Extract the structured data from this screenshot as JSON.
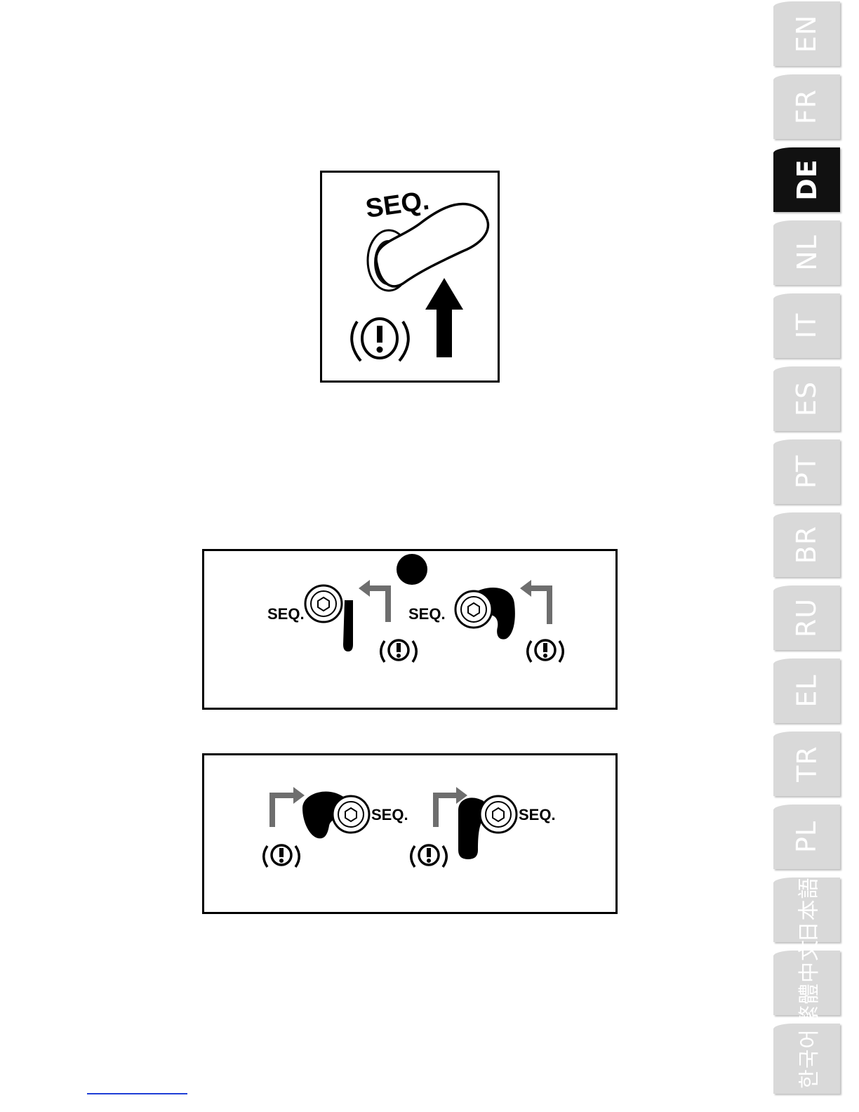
{
  "figure_top": {
    "seq_label": "SEQ."
  },
  "figure_middle": {
    "left_label": "SEQ.",
    "right_label": "SEQ."
  },
  "figure_bottom": {
    "left_label": "SEQ.",
    "right_label": "SEQ."
  },
  "language_tabs": [
    {
      "label": "EN",
      "active": false
    },
    {
      "label": "FR",
      "active": false
    },
    {
      "label": "DE",
      "active": true
    },
    {
      "label": "NL",
      "active": false
    },
    {
      "label": "IT",
      "active": false
    },
    {
      "label": "ES",
      "active": false
    },
    {
      "label": "PT",
      "active": false
    },
    {
      "label": "BR",
      "active": false
    },
    {
      "label": "RU",
      "active": false
    },
    {
      "label": "EL",
      "active": false
    },
    {
      "label": "TR",
      "active": false
    },
    {
      "label": "PL",
      "active": false
    },
    {
      "label": "日本語",
      "active": false
    },
    {
      "label": "繁體中文",
      "active": false
    },
    {
      "label": "한국어",
      "active": false
    }
  ],
  "colors": {
    "active_tab": "#111111",
    "inactive_tab": "#d9d9d9",
    "tab_text": "#ffffff",
    "arrow_gray": "#6e6e6e",
    "link": "#1f3fd6"
  }
}
